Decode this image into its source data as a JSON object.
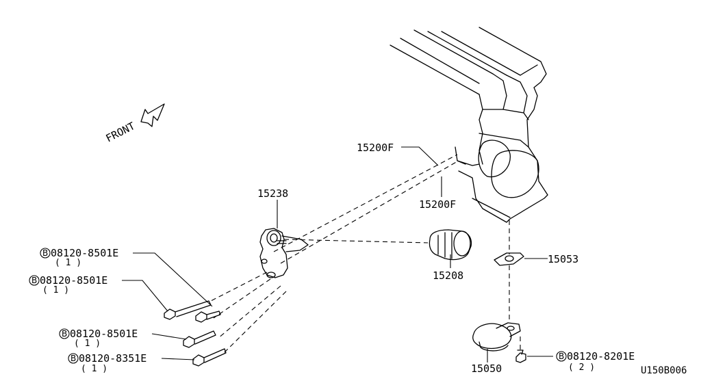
{
  "diagram": {
    "front_label": "FRONT",
    "diagram_code": "U150B006",
    "bolt_prefix": "B",
    "parts": [
      {
        "id": "p_15200f_a",
        "number": "15200F"
      },
      {
        "id": "p_15200f_b",
        "number": "15200F"
      },
      {
        "id": "p_15238",
        "number": "15238"
      },
      {
        "id": "p_15208",
        "number": "15208"
      },
      {
        "id": "p_15053",
        "number": "15053"
      },
      {
        "id": "p_15050",
        "number": "15050"
      }
    ],
    "bolts": [
      {
        "number": "08120-8501E",
        "qty": "( 1 )"
      },
      {
        "number": "08120-8501E",
        "qty": "( 1 )"
      },
      {
        "number": "08120-8501E",
        "qty": "( 1 )"
      },
      {
        "number": "08120-8351E",
        "qty": "( 1 )"
      },
      {
        "number": "08120-8201E",
        "qty": "( 2 )"
      }
    ]
  }
}
